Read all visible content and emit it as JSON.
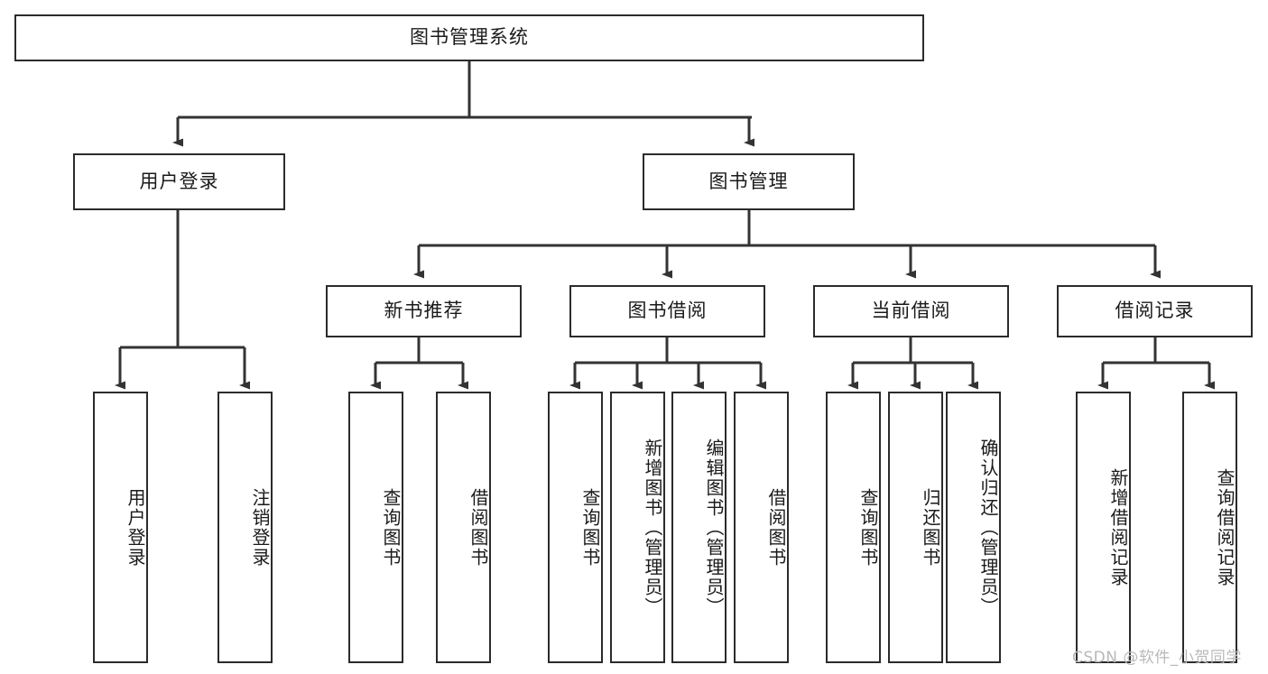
{
  "diagram": {
    "type": "tree-hierarchy",
    "title": "图书管理系统",
    "root": {
      "label": "图书管理系统"
    },
    "level2": [
      {
        "label": "用户登录"
      },
      {
        "label": "图书管理"
      }
    ],
    "level3": [
      {
        "label": "新书推荐"
      },
      {
        "label": "图书借阅"
      },
      {
        "label": "当前借阅"
      },
      {
        "label": "借阅记录"
      }
    ],
    "leaves": {
      "user_login": [
        {
          "label": "用户登录"
        },
        {
          "label": "注销登录"
        }
      ],
      "new_book_recommend": [
        {
          "label": "查询图书"
        },
        {
          "label": "借阅图书"
        }
      ],
      "book_borrow": [
        {
          "label": "查询图书"
        },
        {
          "label": "新增图书（管理员）"
        },
        {
          "label": "编辑图书（管理员）"
        },
        {
          "label": "借阅图书"
        }
      ],
      "current_borrow": [
        {
          "label": "查询图书"
        },
        {
          "label": "归还图书"
        },
        {
          "label": "确认归还（管理员）"
        }
      ],
      "borrow_record": [
        {
          "label": "新增借阅记录"
        },
        {
          "label": "查询借阅记录"
        }
      ]
    }
  },
  "watermark": {
    "text": "CSDN @软件_小贺同学"
  },
  "colors": {
    "border": "#2b2b2b",
    "line": "#333333",
    "text": "#1a1a1a",
    "background": "#ffffff",
    "watermark": "#b9b9b9"
  }
}
